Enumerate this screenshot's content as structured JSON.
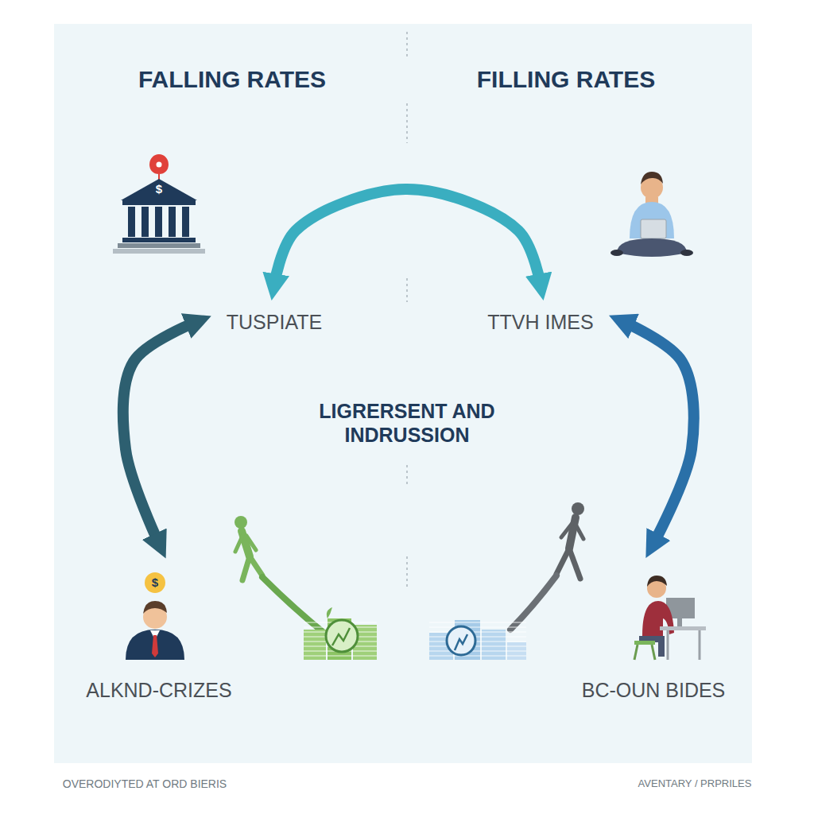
{
  "diagram": {
    "nodes": [
      {
        "text": [
          "TUSPIATE"
        ]
      },
      {
        "text": [
          "TTVH IMES"
        ]
      },
      {
        "text": [
          "ALKND-CRIZES"
        ]
      },
      {
        "text": [
          "BC-OUN BIDES"
        ]
      }
    ],
    "edges": [
      {
        "from": 0,
        "to": 1,
        "arrow": "both"
      },
      {
        "from": 2,
        "to": 0,
        "arrow": "both"
      },
      {
        "from": 3,
        "to": 1,
        "arrow": "both"
      }
    ],
    "labels": [
      "FALLING RATES",
      "FILLING RATES",
      "LIGRERSENT AND INDRUSSION",
      "$",
      "$",
      "OVERODIYTED AT ORD BIERIS",
      "AVENTARY / PRPRILES"
    ]
  }
}
